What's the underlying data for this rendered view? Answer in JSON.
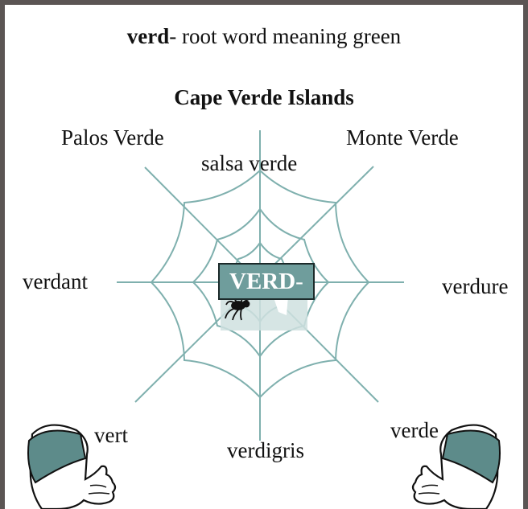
{
  "header": {
    "root": "verd",
    "meaning": "- root word meaning green"
  },
  "subtitle": "Cape Verde Islands",
  "center": {
    "root": "VERD",
    "dash": "-"
  },
  "words": {
    "palos_verde": "Palos Verde",
    "monte_verde": "Monte Verde",
    "salsa_verde": "salsa verde",
    "verdant": "verdant",
    "verdure": "verdure",
    "vert": "vert",
    "verde": "verde",
    "verdigris": "verdigris"
  },
  "colors": {
    "web_strand": "#7fb0ae",
    "box_fill": "#6f9d9c",
    "box_shadow": "#cfe0df",
    "frame": "#5b5554",
    "arm_cuff": "#5d8b8a"
  },
  "icons": [
    "spider-icon",
    "flexing-arm-left-icon",
    "flexing-arm-right-icon"
  ]
}
